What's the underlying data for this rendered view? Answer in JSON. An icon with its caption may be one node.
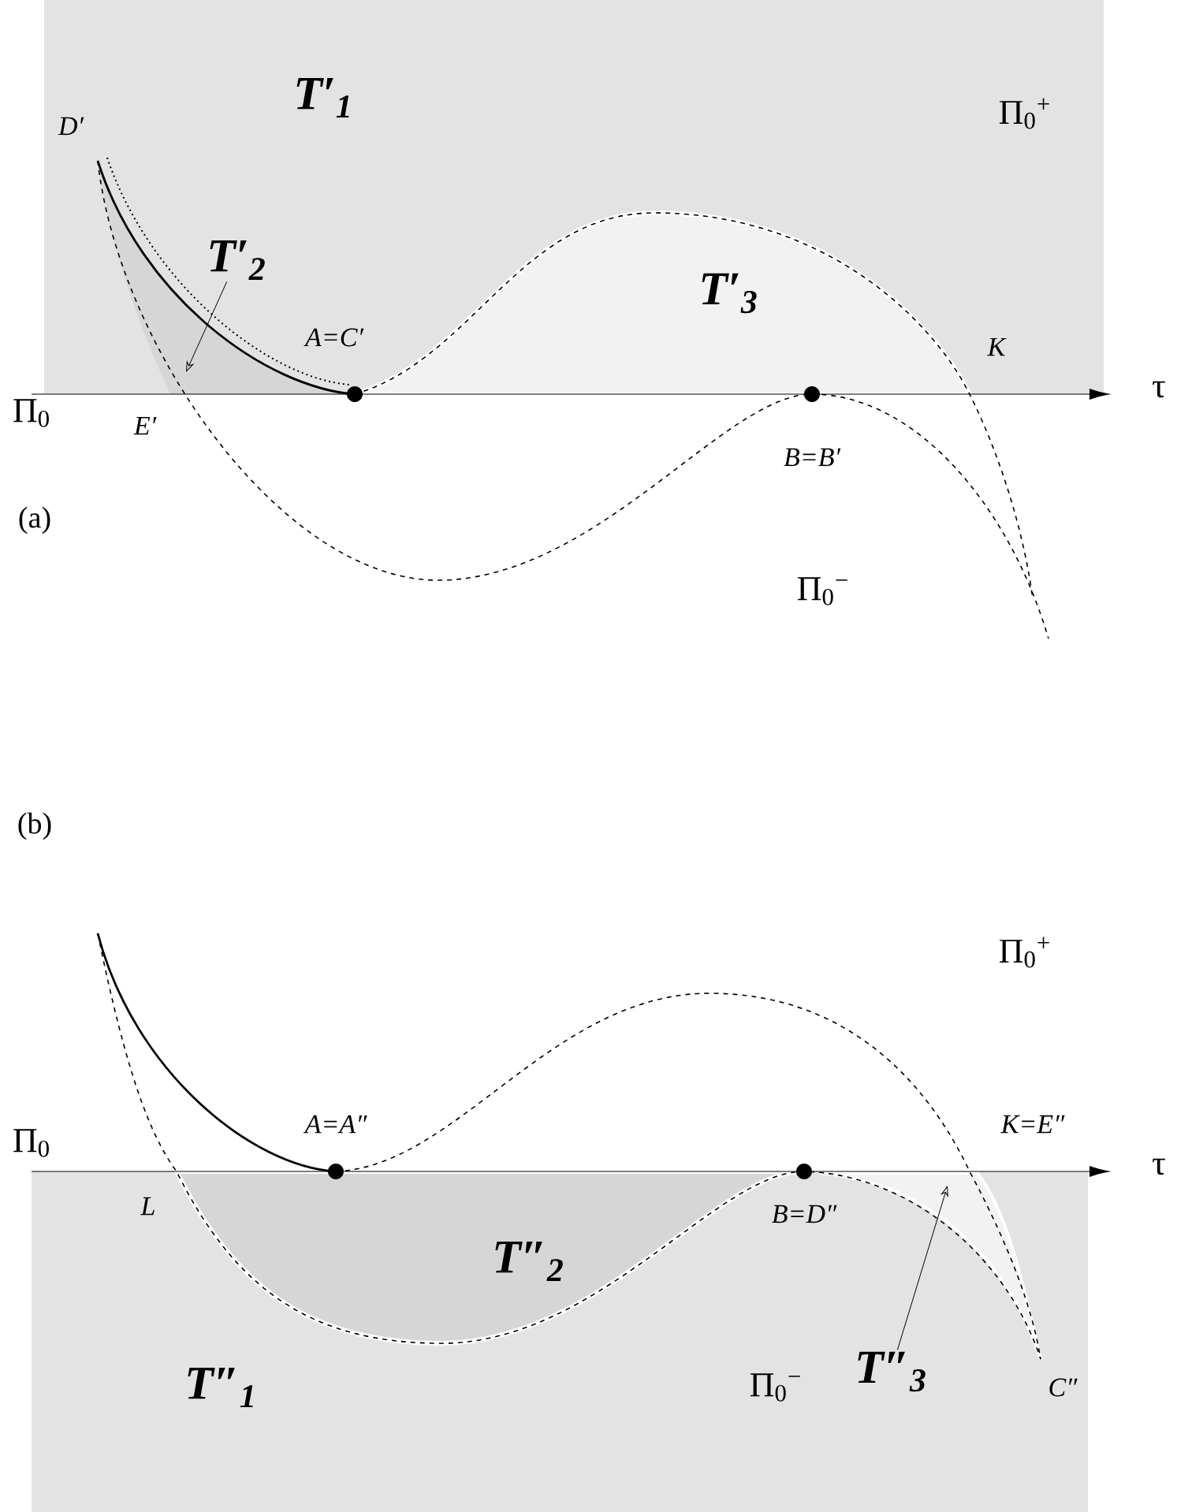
{
  "diagram": {
    "nodes": [
      {
        "text": [
          "T′$_{2}$"
        ]
      },
      {
        "text": [
          "T″$_{3}$"
        ]
      }
    ],
    "edges": [
      {
        "from": 0,
        "to": null,
        "arrow": "to"
      },
      {
        "from": 1,
        "to": null,
        "arrow": "to"
      }
    ],
    "labels": [
      "T′$_{1}$",
      "D′",
      "Π$_{0}$$^{+}$",
      "A=C′",
      "T′$_{3}$",
      "K",
      "τ",
      "Π$_{0}$",
      "E′",
      "B=B′",
      "(a)",
      "Π$_{0}$$^{−}$",
      "(b)",
      "Π$_{0}$$^{+}$",
      "A=A″",
      "K=E″",
      "Π$_{0}$",
      "τ",
      "L",
      "B=D″",
      "T″$_{2}$",
      "T″$_{1}$",
      "Π$_{0}$$^{−}$",
      "C″"
    ]
  }
}
